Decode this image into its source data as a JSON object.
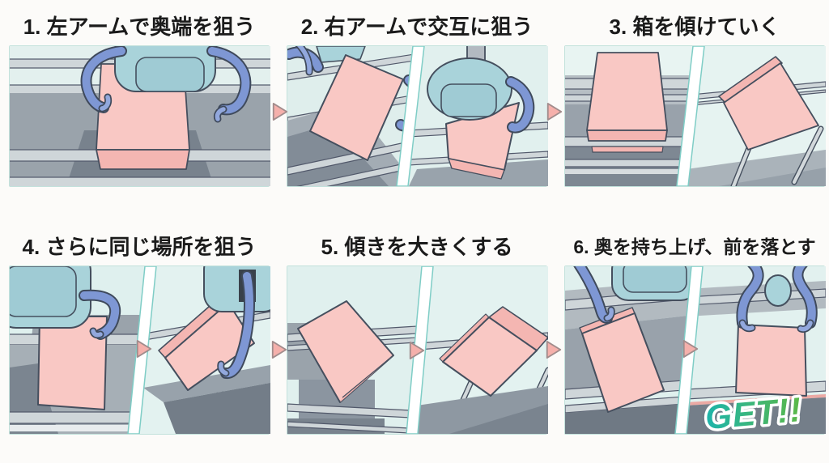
{
  "steps": [
    {
      "title": "1. 左アームで奥端を狙う"
    },
    {
      "title": "2. 右アームで交互に狙う"
    },
    {
      "title": "3. 箱を傾けていく"
    },
    {
      "title": "4. さらに同じ場所を狙う"
    },
    {
      "title": "5. 傾きを大きくする"
    },
    {
      "title": "6. 奥を持ち上げ、前を落とす"
    }
  ],
  "badge": {
    "get_label": "GET!!"
  },
  "icons": {
    "step_arrow": "arrow-right-icon"
  },
  "colors": {
    "page_background": "#fcfbf9",
    "title_text": "#1b1b1b",
    "panel_background_cyan": "#e3f0ee",
    "prize_box_pink": "#f9c8c4",
    "prize_box_pink_shade": "#f4b6b2",
    "claw_arm_blue": "#7e97d4",
    "machine_head_teal": "#a9d3da",
    "outline_dark": "#454f5e",
    "rail_gray": "#cfd6d9",
    "platform_gray": "#99a2ab",
    "shadow_gray": "#78828d",
    "arrow_pink": "#f5b0ab",
    "get_gradient_start": "#1db4ab",
    "get_gradient_end": "#5cb847"
  }
}
